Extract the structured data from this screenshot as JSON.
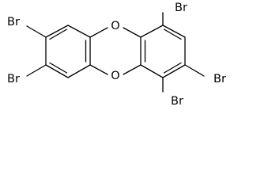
{
  "molecule": {
    "atoms": {
      "o_top": "O",
      "o_bottom": "O",
      "br_left_upper": "Br",
      "br_left_lower": "Br",
      "br_right_top": "Br",
      "br_right_mid": "Br",
      "br_right_bottom": "Br"
    }
  }
}
